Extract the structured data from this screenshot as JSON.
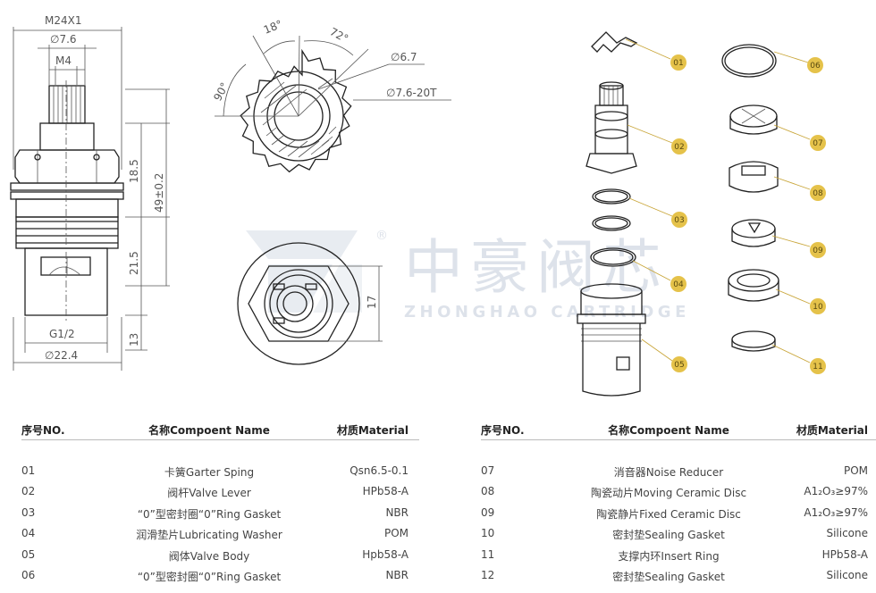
{
  "dimensions": {
    "m24x1": "M24X1",
    "d7_6": "∅7.6",
    "m4": "M4",
    "d18_5": "18.5",
    "d49": "49±0.2",
    "d21_5": "21.5",
    "d13": "13",
    "g12": "G1/2",
    "d22_4": "∅22.4",
    "a18": "18°",
    "a72": "72°",
    "a90": "90°",
    "d6_7": "∅6.7",
    "d7_6_20t": "∅7.6-20T",
    "d17": "17"
  },
  "watermark": {
    "brand_cn": "中豪阀芯",
    "brand_en": "ZHONGHAO CARTRIDGE",
    "registered": "®"
  },
  "callouts": [
    "01",
    "02",
    "03",
    "04",
    "05",
    "06",
    "07",
    "08",
    "09",
    "10",
    "11"
  ],
  "table": {
    "headers": {
      "no": "序号NO.",
      "name": "名称Compoent Name",
      "material": "材质Material"
    },
    "left_rows": [
      {
        "no": "01",
        "name": "卡簧Garter Sping",
        "material": "Qsn6.5-0.1"
      },
      {
        "no": "02",
        "name": "阀杆Valve Lever",
        "material": "HPb58-A"
      },
      {
        "no": "03",
        "name": "“0”型密封圈“0”Ring Gasket",
        "material": "NBR"
      },
      {
        "no": "04",
        "name": "润滑垫片Lubricating Washer",
        "material": "POM"
      },
      {
        "no": "05",
        "name": "阀体Valve Body",
        "material": "Hpb58-A"
      },
      {
        "no": "06",
        "name": "“0”型密封圈“0”Ring Gasket",
        "material": "NBR"
      }
    ],
    "right_rows": [
      {
        "no": "07",
        "name": "消音器Noise Reducer",
        "material": "POM"
      },
      {
        "no": "08",
        "name": "陶瓷动片Moving Ceramic Disc",
        "material": "A1₂O₃≥97%"
      },
      {
        "no": "09",
        "name": "陶瓷静片Fixed Ceramic Disc",
        "material": "A1₂O₃≥97%"
      },
      {
        "no": "10",
        "name": "密封垫Sealing Gasket",
        "material": "Silicone"
      },
      {
        "no": "11",
        "name": "支撑内环Insert Ring",
        "material": "HPb58-A"
      },
      {
        "no": "12",
        "name": "密封垫Sealing Gasket",
        "material": "Silicone"
      }
    ]
  },
  "colors": {
    "callout": "#e5c24a",
    "callout_line": "#c9a63a",
    "watermark": "#dde2ea",
    "line": "#222222"
  }
}
